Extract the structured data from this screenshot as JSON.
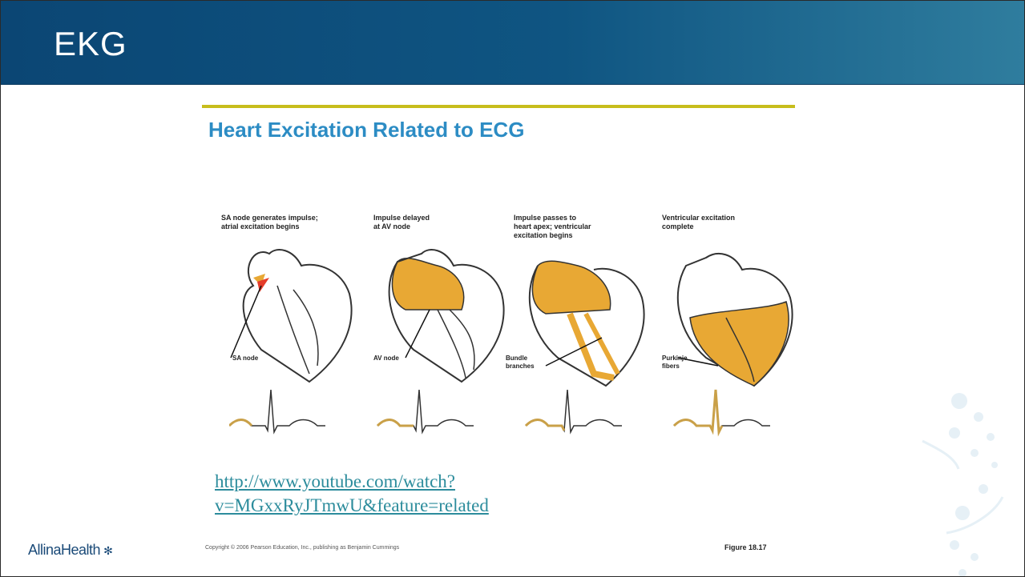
{
  "slide": {
    "title": "EKG"
  },
  "figure": {
    "title": "Heart Excitation Related to ECG",
    "panels": [
      {
        "caption": "SA node generates impulse;\natrial excitation begins",
        "label": "SA node"
      },
      {
        "caption": "Impulse delayed\nat AV node",
        "label": "AV node"
      },
      {
        "caption": "Impulse passes to\nheart apex; ventricular\nexcitation begins",
        "label": "Bundle\nbranches"
      },
      {
        "caption": "Ventricular excitation\ncomplete",
        "label": "Purkinje\nfibers"
      }
    ],
    "link": "http://www.youtube.com/watch?v=MGxxRyJTmwU&feature=related",
    "copyright": "Copyright © 2006 Pearson Education, Inc., publishing as Benjamin Cummings",
    "figure_number": "Figure 18.17"
  },
  "footer": {
    "logo": "AllinaHealth"
  },
  "colors": {
    "header": "#0b4674",
    "title_blue": "#2c8cc4",
    "rule": "#c7bd1c",
    "excitation": "#e8a834",
    "link": "#2c8c9c",
    "decor": "#cfe3ee"
  }
}
